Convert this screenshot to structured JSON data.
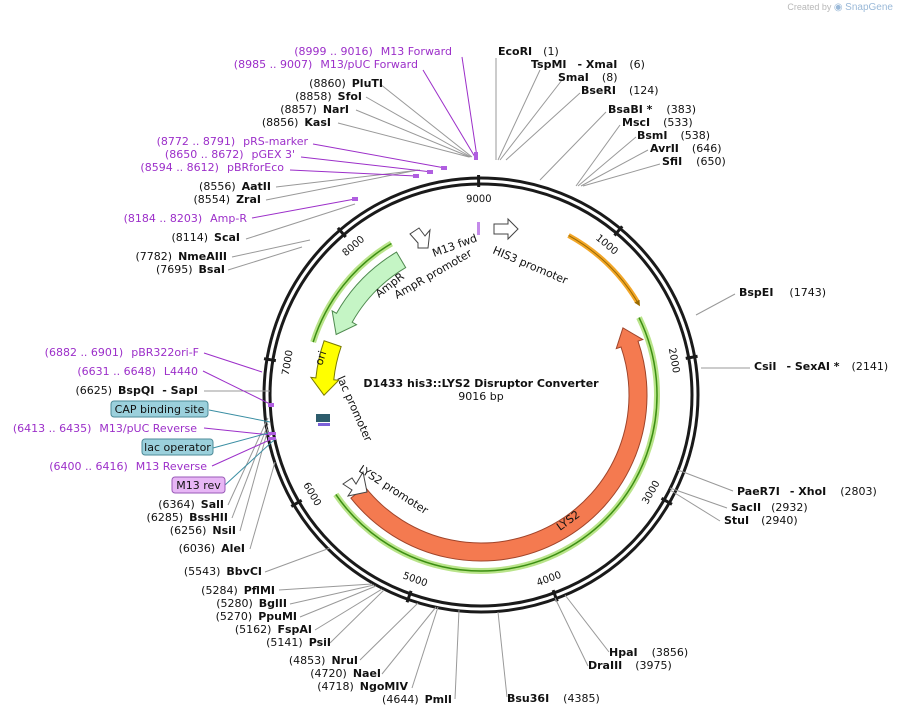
{
  "watermark": {
    "prefix": "Created by",
    "brand": "SnapGene"
  },
  "plasmid": {
    "name": "D1433 his3::LYS2 Disruptor Converter",
    "length_label": "9016 bp",
    "length": 9016
  },
  "ticks": [
    "1000",
    "2000",
    "3000",
    "4000",
    "5000",
    "6000",
    "7000",
    "8000",
    "9000"
  ],
  "sites_right": [
    {
      "name": "EcoRI",
      "pos": "(1)"
    },
    {
      "name": "TspMI",
      "extra": "- XmaI",
      "pos": "(6)"
    },
    {
      "name": "SmaI",
      "pos": "(8)"
    },
    {
      "name": "BseRI",
      "pos": "(124)"
    },
    {
      "name": "BsaBI *",
      "pos": "(383)"
    },
    {
      "name": "MscI",
      "pos": "(533)"
    },
    {
      "name": "BsmI",
      "pos": "(538)"
    },
    {
      "name": "AvrII",
      "pos": "(646)"
    },
    {
      "name": "SfiI",
      "pos": "(650)"
    },
    {
      "name": "BspEI",
      "pos": "(1743)"
    },
    {
      "name": "CsiI",
      "extra": "- SexAI *",
      "pos": "(2141)"
    },
    {
      "name": "PaeR7I",
      "extra": "- XhoI",
      "pos": "(2803)"
    },
    {
      "name": "SacII",
      "pos": "(2932)"
    },
    {
      "name": "StuI",
      "pos": "(2940)"
    },
    {
      "name": "HpaI",
      "pos": "(3856)"
    },
    {
      "name": "DraIII",
      "pos": "(3975)"
    },
    {
      "name": "Bsu36I",
      "pos": "(4385)"
    }
  ],
  "sites_left": [
    {
      "name": "PluTI",
      "pos": "(8860)"
    },
    {
      "name": "SfoI",
      "pos": "(8858)"
    },
    {
      "name": "NarI",
      "pos": "(8857)"
    },
    {
      "name": "KasI",
      "pos": "(8856)"
    },
    {
      "name": "AatII",
      "pos": "(8556)"
    },
    {
      "name": "ZraI",
      "pos": "(8554)"
    },
    {
      "name": "ScaI",
      "pos": "(8114)"
    },
    {
      "name": "NmeAIII",
      "pos": "(7782)"
    },
    {
      "name": "BsaI",
      "pos": "(7695)"
    },
    {
      "name": "BspQI",
      "extra": "- SapI",
      "pos": "(6625)"
    },
    {
      "name": "SalI",
      "pos": "(6364)"
    },
    {
      "name": "BssHII",
      "pos": "(6285)"
    },
    {
      "name": "NsiI",
      "pos": "(6256)"
    },
    {
      "name": "AleI",
      "pos": "(6036)"
    },
    {
      "name": "BbvCI",
      "pos": "(5543)"
    },
    {
      "name": "PflMI",
      "pos": "(5284)"
    },
    {
      "name": "BglII",
      "pos": "(5280)"
    },
    {
      "name": "PpuMI",
      "pos": "(5270)"
    },
    {
      "name": "FspAI",
      "pos": "(5162)"
    },
    {
      "name": "PsiI",
      "pos": "(5141)"
    },
    {
      "name": "NruI",
      "pos": "(4853)"
    },
    {
      "name": "NaeI",
      "pos": "(4720)"
    },
    {
      "name": "NgoMIV",
      "pos": "(4718)"
    },
    {
      "name": "PmlI",
      "pos": "(4644)"
    }
  ],
  "primers": [
    {
      "range": "(8999 .. 9016)",
      "name": "M13 Forward"
    },
    {
      "range": "(8985 .. 9007)",
      "name": "M13/pUC Forward"
    },
    {
      "range": "(8772 .. 8791)",
      "name": "pRS-marker"
    },
    {
      "range": "(8650 .. 8672)",
      "name": "pGEX 3'"
    },
    {
      "range": "(8594 .. 8612)",
      "name": "pBRforEco"
    },
    {
      "range": "(8184 .. 8203)",
      "name": "Amp-R"
    },
    {
      "range": "(6882 .. 6901)",
      "name": "pBR322ori-F"
    },
    {
      "range": "(6631 .. 6648)",
      "name": "L4440"
    },
    {
      "range": "(6413 .. 6435)",
      "name": "M13/pUC Reverse"
    },
    {
      "range": "(6400 .. 6416)",
      "name": "M13 Reverse"
    }
  ],
  "boxed": [
    {
      "label": "CAP binding site",
      "color": "#9bd0dc"
    },
    {
      "label": "lac operator",
      "color": "#9bd0dc"
    },
    {
      "label": "M13 rev",
      "color": "#e7b6f5"
    }
  ],
  "features": {
    "his3": "HIS3 promoter",
    "m13fwd": "M13 fwd",
    "ampr": "AmpR",
    "ampr_prom": "AmpR promoter",
    "ori": "ori",
    "lac": "lac promoter",
    "lys2": "LYS2",
    "lys2_prom": "LYS2 promoter"
  },
  "colors": {
    "restriction_text": "#111111",
    "primer_text": "#9c2fc9",
    "lys2": "#f47a50",
    "ampr": "#c5f5c5",
    "ori": "#ffff00",
    "highlight": "#73c62f",
    "orange_arc": "#f2a628"
  }
}
